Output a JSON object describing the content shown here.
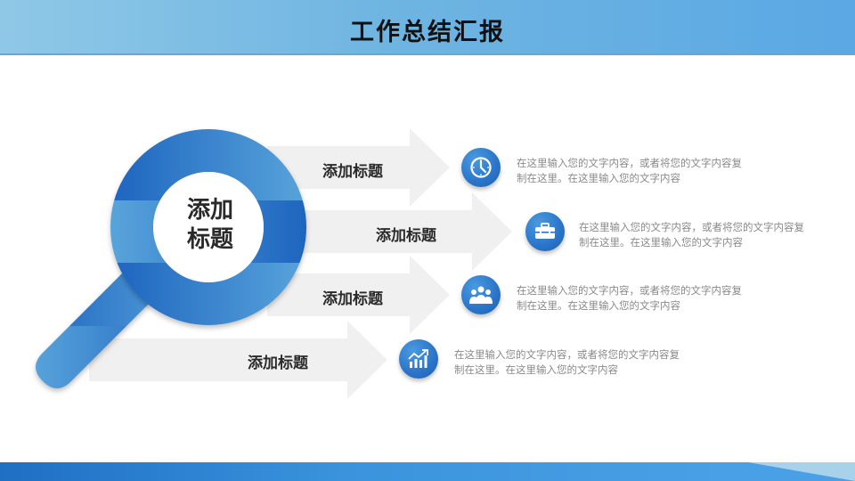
{
  "header": {
    "title": "工作总结汇报",
    "gradient": [
      "#8fc8e6",
      "#5aa8e4"
    ]
  },
  "magnifier": {
    "center_title_line1": "添加",
    "center_title_line2": "标题",
    "colors": {
      "dark": "#1f68c2",
      "light": "#5fa8de"
    }
  },
  "items": [
    {
      "label": "添加标题",
      "icon": "clock-icon",
      "description_line1": "在这里输入您的文字内容，或者将您的文字内容复",
      "description_line2": "制在这里。在这里输入您的文字内容"
    },
    {
      "label": "添加标题",
      "icon": "briefcase-icon",
      "description_line1": "在这里输入您的文字内容，或者将您的文字内容复",
      "description_line2": "制在这里。在这里输入您的文字内容"
    },
    {
      "label": "添加标题",
      "icon": "team-icon",
      "description_line1": "在这里输入您的文字内容，或者将您的文字内容复",
      "description_line2": "制在这里。在这里输入您的文字内容"
    },
    {
      "label": "添加标题",
      "icon": "growth-chart-icon",
      "description_line1": "在这里输入您的文字内容，或者将您的文字内容复",
      "description_line2": "制在这里。在这里输入您的文字内容"
    }
  ],
  "colors": {
    "arrow_fill": "#f0f0f0",
    "icon_blue": "#2a74c8",
    "text_gray": "#8a8a8a",
    "label_dark": "#2a2a2a"
  }
}
